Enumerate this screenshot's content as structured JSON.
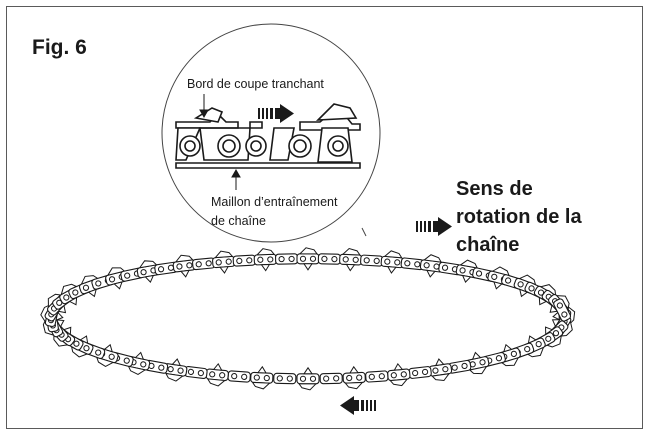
{
  "figure": {
    "label": "Fig. 6"
  },
  "callouts": {
    "cutting_edge": "Bord de coupe tranchant",
    "drive_link_line1": "Maillon d’entraînement",
    "drive_link_line2": "de chaîne"
  },
  "direction_label": {
    "line1": "Sens de",
    "line2": "rotation de la",
    "line3": "chaîne"
  },
  "icons": {
    "arrow_detail": "arrow-right-icon",
    "arrow_top": "arrow-right-icon",
    "arrow_bottom": "arrow-left-icon"
  },
  "colors": {
    "ink": "#1a1a1a",
    "frame": "#5a5a5a",
    "chain_fill": "#ffffff"
  }
}
